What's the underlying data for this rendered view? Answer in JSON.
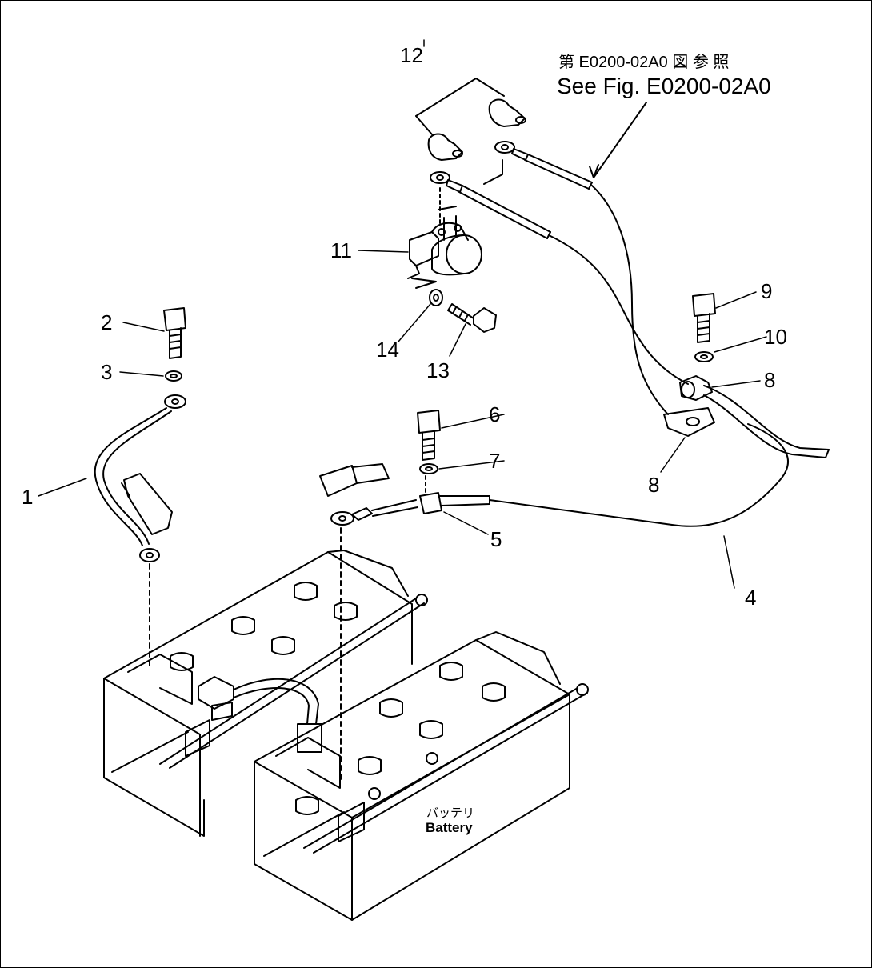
{
  "reference": {
    "japanese": "第 E0200-02A0 図 参 照",
    "english": "See Fig. E0200-02A0"
  },
  "battery_label": {
    "japanese": "バッテリ",
    "english": "Battery"
  },
  "callouts": {
    "c1": "1",
    "c2": "2",
    "c3": "3",
    "c4": "4",
    "c5": "5",
    "c6": "6",
    "c7": "7",
    "c8a": "8",
    "c8b": "8",
    "c9": "9",
    "c10": "10",
    "c11": "11",
    "c12": "12",
    "c13": "13",
    "c14": "14"
  }
}
